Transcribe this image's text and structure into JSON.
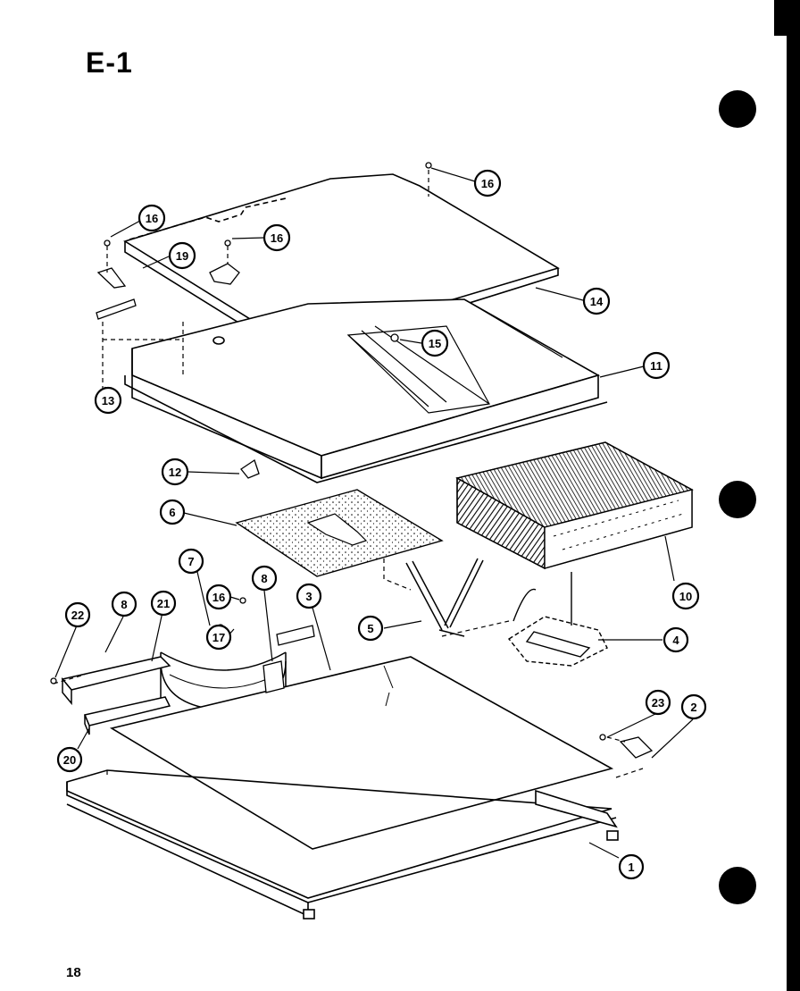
{
  "title": "E-1",
  "page_number": "18",
  "callouts": [
    {
      "id": "c1",
      "label": "1"
    },
    {
      "id": "c2",
      "label": "2"
    },
    {
      "id": "c3",
      "label": "3"
    },
    {
      "id": "c4",
      "label": "4"
    },
    {
      "id": "c5",
      "label": "5"
    },
    {
      "id": "c6",
      "label": "6"
    },
    {
      "id": "c7",
      "label": "7"
    },
    {
      "id": "c8a",
      "label": "8"
    },
    {
      "id": "c8b",
      "label": "8"
    },
    {
      "id": "c10",
      "label": "10"
    },
    {
      "id": "c11",
      "label": "11"
    },
    {
      "id": "c12",
      "label": "12"
    },
    {
      "id": "c13",
      "label": "13"
    },
    {
      "id": "c14",
      "label": "14"
    },
    {
      "id": "c15",
      "label": "15"
    },
    {
      "id": "c16a",
      "label": "16"
    },
    {
      "id": "c16b",
      "label": "16"
    },
    {
      "id": "c16c",
      "label": "16"
    },
    {
      "id": "c16d",
      "label": "16"
    },
    {
      "id": "c17",
      "label": "17"
    },
    {
      "id": "c19",
      "label": "19"
    },
    {
      "id": "c20",
      "label": "20"
    },
    {
      "id": "c21",
      "label": "21"
    },
    {
      "id": "c22",
      "label": "22"
    },
    {
      "id": "c23",
      "label": "23"
    }
  ]
}
